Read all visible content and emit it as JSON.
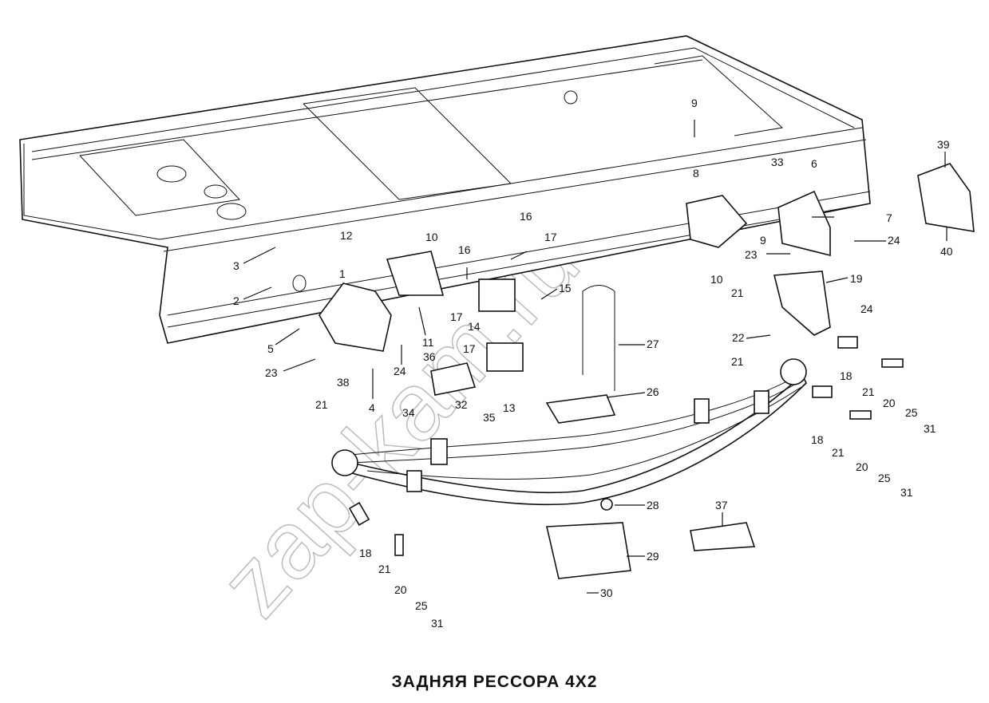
{
  "caption": "ЗАДНЯЯ РЕССОРА 4X2",
  "watermark": "zap-kam.ru",
  "part_numbers": [
    "1",
    "2",
    "3",
    "4",
    "5",
    "6",
    "7",
    "8",
    "9",
    "9",
    "10",
    "10",
    "11",
    "12",
    "13",
    "14",
    "15",
    "16",
    "16",
    "17",
    "17",
    "17",
    "18",
    "18",
    "18",
    "19",
    "20",
    "20",
    "20",
    "21",
    "21",
    "21",
    "21",
    "21",
    "21",
    "22",
    "23",
    "23",
    "24",
    "24",
    "24",
    "25",
    "25",
    "25",
    "26",
    "27",
    "28",
    "29",
    "30",
    "31",
    "31",
    "31",
    "32",
    "33",
    "34",
    "35",
    "36",
    "37",
    "38",
    "39",
    "40"
  ]
}
